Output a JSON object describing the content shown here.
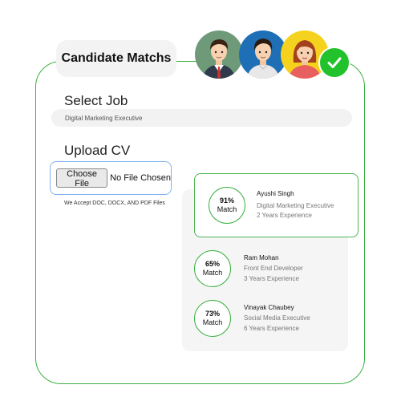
{
  "header": {
    "title": "Candidate Matchs"
  },
  "avatars": [
    {
      "name": "avatar-man-green",
      "bg": "#6f9a7a",
      "hair": "#3b2314",
      "shirt": "#2f3b4c",
      "accent": "#d73030"
    },
    {
      "name": "avatar-man-blue",
      "bg": "#1e6fb6",
      "hair": "#2a1a10",
      "shirt": "#e8e8e8",
      "accent": "#c9c9c9"
    },
    {
      "name": "avatar-woman-yellow",
      "bg": "#f5d21e",
      "hair": "#a5421e",
      "shirt": "#e85f5f",
      "accent": "#ffffff"
    }
  ],
  "select_job": {
    "label": "Select Job",
    "value": "Digital Marketing Executive"
  },
  "upload": {
    "label": "Upload CV",
    "button": "Choose File",
    "status": "No File Chosen",
    "note": "We Accept DOC, DOCX, AND PDF Files"
  },
  "candidates": [
    {
      "percent": "91%",
      "match": "Match",
      "name": "Ayushi Singh",
      "role": "Digital Marketing Executive",
      "experience": "2 Years Experience"
    },
    {
      "percent": "65%",
      "match": "Match",
      "name": "Ram Mohan",
      "role": "Front End Developer",
      "experience": "3 Years Experience"
    },
    {
      "percent": "73%",
      "match": "Match",
      "name": "Vinayak Chaubey",
      "role": "Social Media Executive",
      "experience": "6 Years Experience"
    }
  ],
  "colors": {
    "accent_green": "#3cb043",
    "check_green": "#22c22c",
    "upload_border": "#7fb2f0"
  }
}
